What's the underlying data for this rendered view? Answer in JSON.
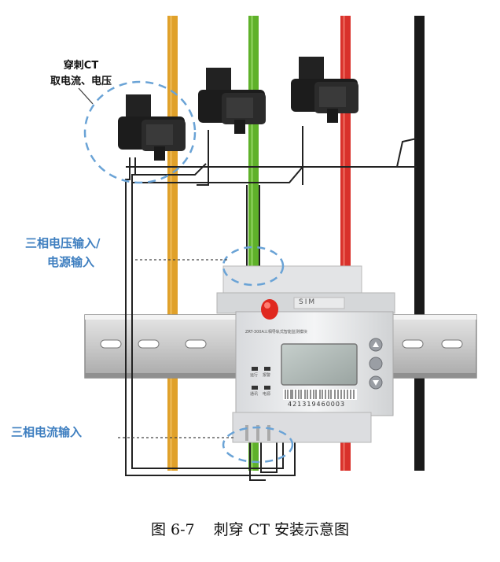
{
  "labels": {
    "ct_line1": "穿刺CT",
    "ct_line2": "取电流、电压",
    "voltage_line1": "三相电压输入/",
    "voltage_line2": "电源输入",
    "current_input": "三相电流输入"
  },
  "device": {
    "sim_label": "SIM",
    "serial": "421319460003",
    "model_text": "ZRT-300A三相导轨式智能监测模块",
    "indicators": [
      "运行",
      "报警",
      "通讯",
      "电源"
    ]
  },
  "caption": "图 6-7    刺穿 CT 安装示意图",
  "colors": {
    "phase_a": "#e0a12a",
    "phase_b": "#5fb12a",
    "phase_c": "#d9312b",
    "neutral": "#1a1a1a",
    "annotation": "#3f7fc0",
    "dashed_circle": "#6aa3d6"
  }
}
